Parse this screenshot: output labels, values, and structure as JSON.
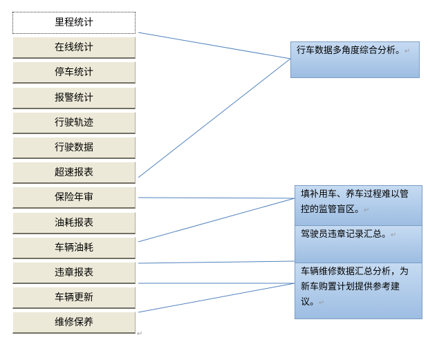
{
  "menu": [
    "里程统计",
    "在线统计",
    "停车统计",
    "报警统计",
    "行驶轨迹",
    "行驶数据",
    "超速报表",
    "保险年审",
    "油耗报表",
    "车辆油耗",
    "违章报表",
    "车辆更新",
    "维修保养"
  ],
  "notes": [
    "行车数据多角度综合分析。",
    "填补用车、养车过程难以管控的监管盲区。",
    "驾驶员违章记录汇总。",
    "车辆维修数据汇总分析，为新车购置计划提供参考建议。"
  ],
  "return_mark": "↵"
}
